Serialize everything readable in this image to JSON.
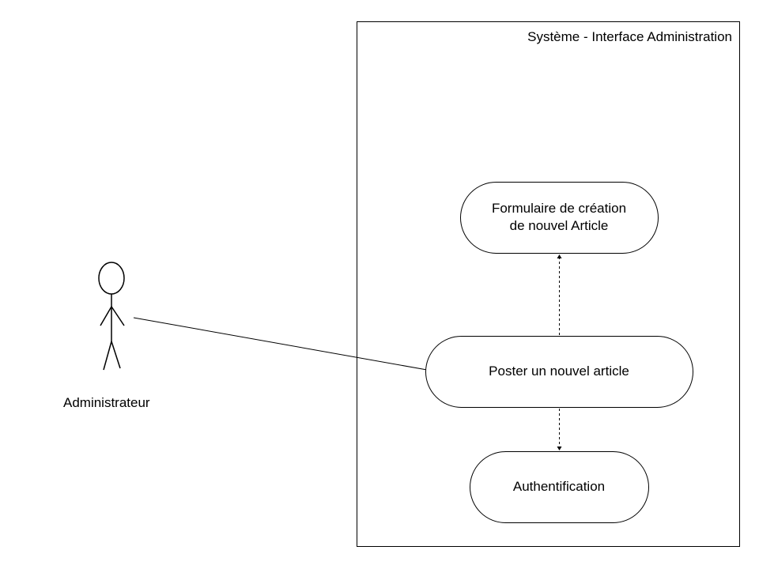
{
  "system": {
    "title": "Système - Interface Administration"
  },
  "actor": {
    "name": "Administrateur"
  },
  "use_cases": {
    "form": {
      "line1": "Formulaire de création",
      "line2": "de nouvel Article"
    },
    "post": {
      "label": "Poster un nouvel article"
    },
    "auth": {
      "label": "Authentification"
    }
  }
}
